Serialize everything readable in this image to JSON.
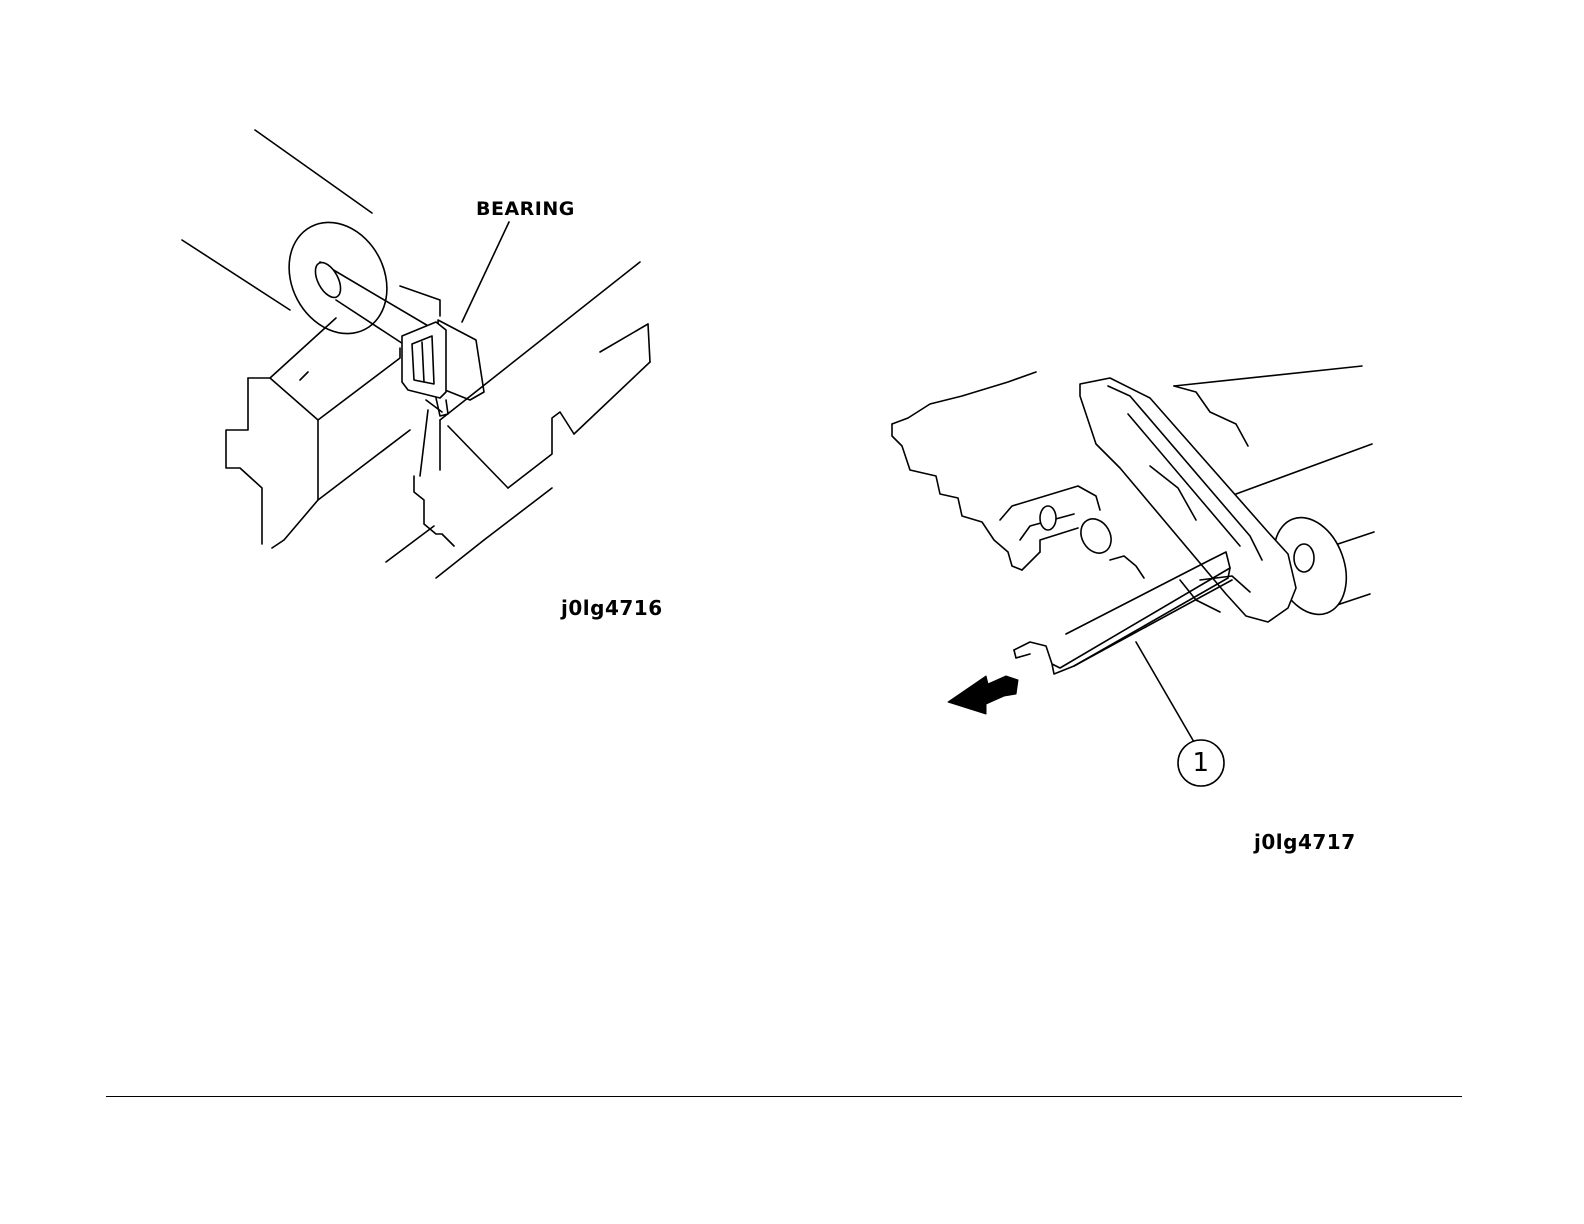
{
  "figure1": {
    "callout": "BEARING",
    "id": "j0lg4716"
  },
  "figure2": {
    "callout_number": "1",
    "id": "j0lg4717"
  }
}
